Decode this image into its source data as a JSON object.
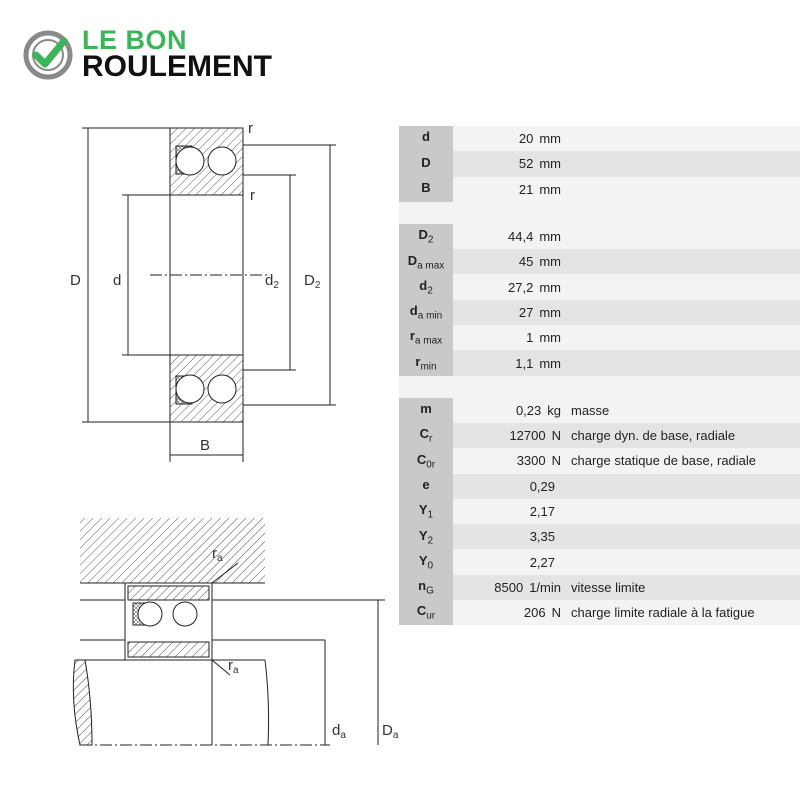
{
  "logo": {
    "line1": "LE BON",
    "line2": "ROULEMENT"
  },
  "drawing_labels": {
    "D": "D",
    "d": "d",
    "d2": "d",
    "d2_sub": "2",
    "D2": "D",
    "D2_sub": "2",
    "B": "B",
    "r": "r",
    "ra": "r",
    "ra_sub": "a",
    "da": "d",
    "da_sub": "a",
    "Da": "D",
    "Da_sub": "a"
  },
  "rows1": [
    {
      "key": "d",
      "sub": "",
      "value": "20",
      "unit": "mm",
      "desc": ""
    },
    {
      "key": "D",
      "sub": "",
      "value": "52",
      "unit": "mm",
      "desc": ""
    },
    {
      "key": "B",
      "sub": "",
      "value": "21",
      "unit": "mm",
      "desc": ""
    }
  ],
  "rows2": [
    {
      "key": "D",
      "sub": "2",
      "value": "44,4",
      "unit": "mm",
      "desc": ""
    },
    {
      "key": "D",
      "sub": "a max",
      "value": "45",
      "unit": "mm",
      "desc": ""
    },
    {
      "key": "d",
      "sub": "2",
      "value": "27,2",
      "unit": "mm",
      "desc": ""
    },
    {
      "key": "d",
      "sub": "a min",
      "value": "27",
      "unit": "mm",
      "desc": ""
    },
    {
      "key": "r",
      "sub": "a max",
      "value": "1",
      "unit": "mm",
      "desc": ""
    },
    {
      "key": "r",
      "sub": "min",
      "value": "1,1",
      "unit": "mm",
      "desc": ""
    }
  ],
  "rows3": [
    {
      "key": "m",
      "sub": "",
      "value": "0,23",
      "unit": "kg",
      "desc": "masse"
    },
    {
      "key": "C",
      "sub": "r",
      "value": "12700",
      "unit": "N",
      "desc": "charge dyn. de base, radiale"
    },
    {
      "key": "C",
      "sub": "0r",
      "value": "3300",
      "unit": "N",
      "desc": "charge statique de base, radiale"
    },
    {
      "key": "e",
      "sub": "",
      "value": "0,29",
      "unit": "",
      "desc": ""
    },
    {
      "key": "Y",
      "sub": "1",
      "value": "2,17",
      "unit": "",
      "desc": ""
    },
    {
      "key": "Y",
      "sub": "2",
      "value": "3,35",
      "unit": "",
      "desc": ""
    },
    {
      "key": "Y",
      "sub": "0",
      "value": "2,27",
      "unit": "",
      "desc": ""
    },
    {
      "key": "n",
      "sub": "G",
      "value": "8500",
      "unit": "1/min",
      "desc": "vitesse limite"
    },
    {
      "key": "C",
      "sub": "ur",
      "value": "206",
      "unit": "N",
      "desc": "charge limite radiale à la fatigue"
    }
  ]
}
